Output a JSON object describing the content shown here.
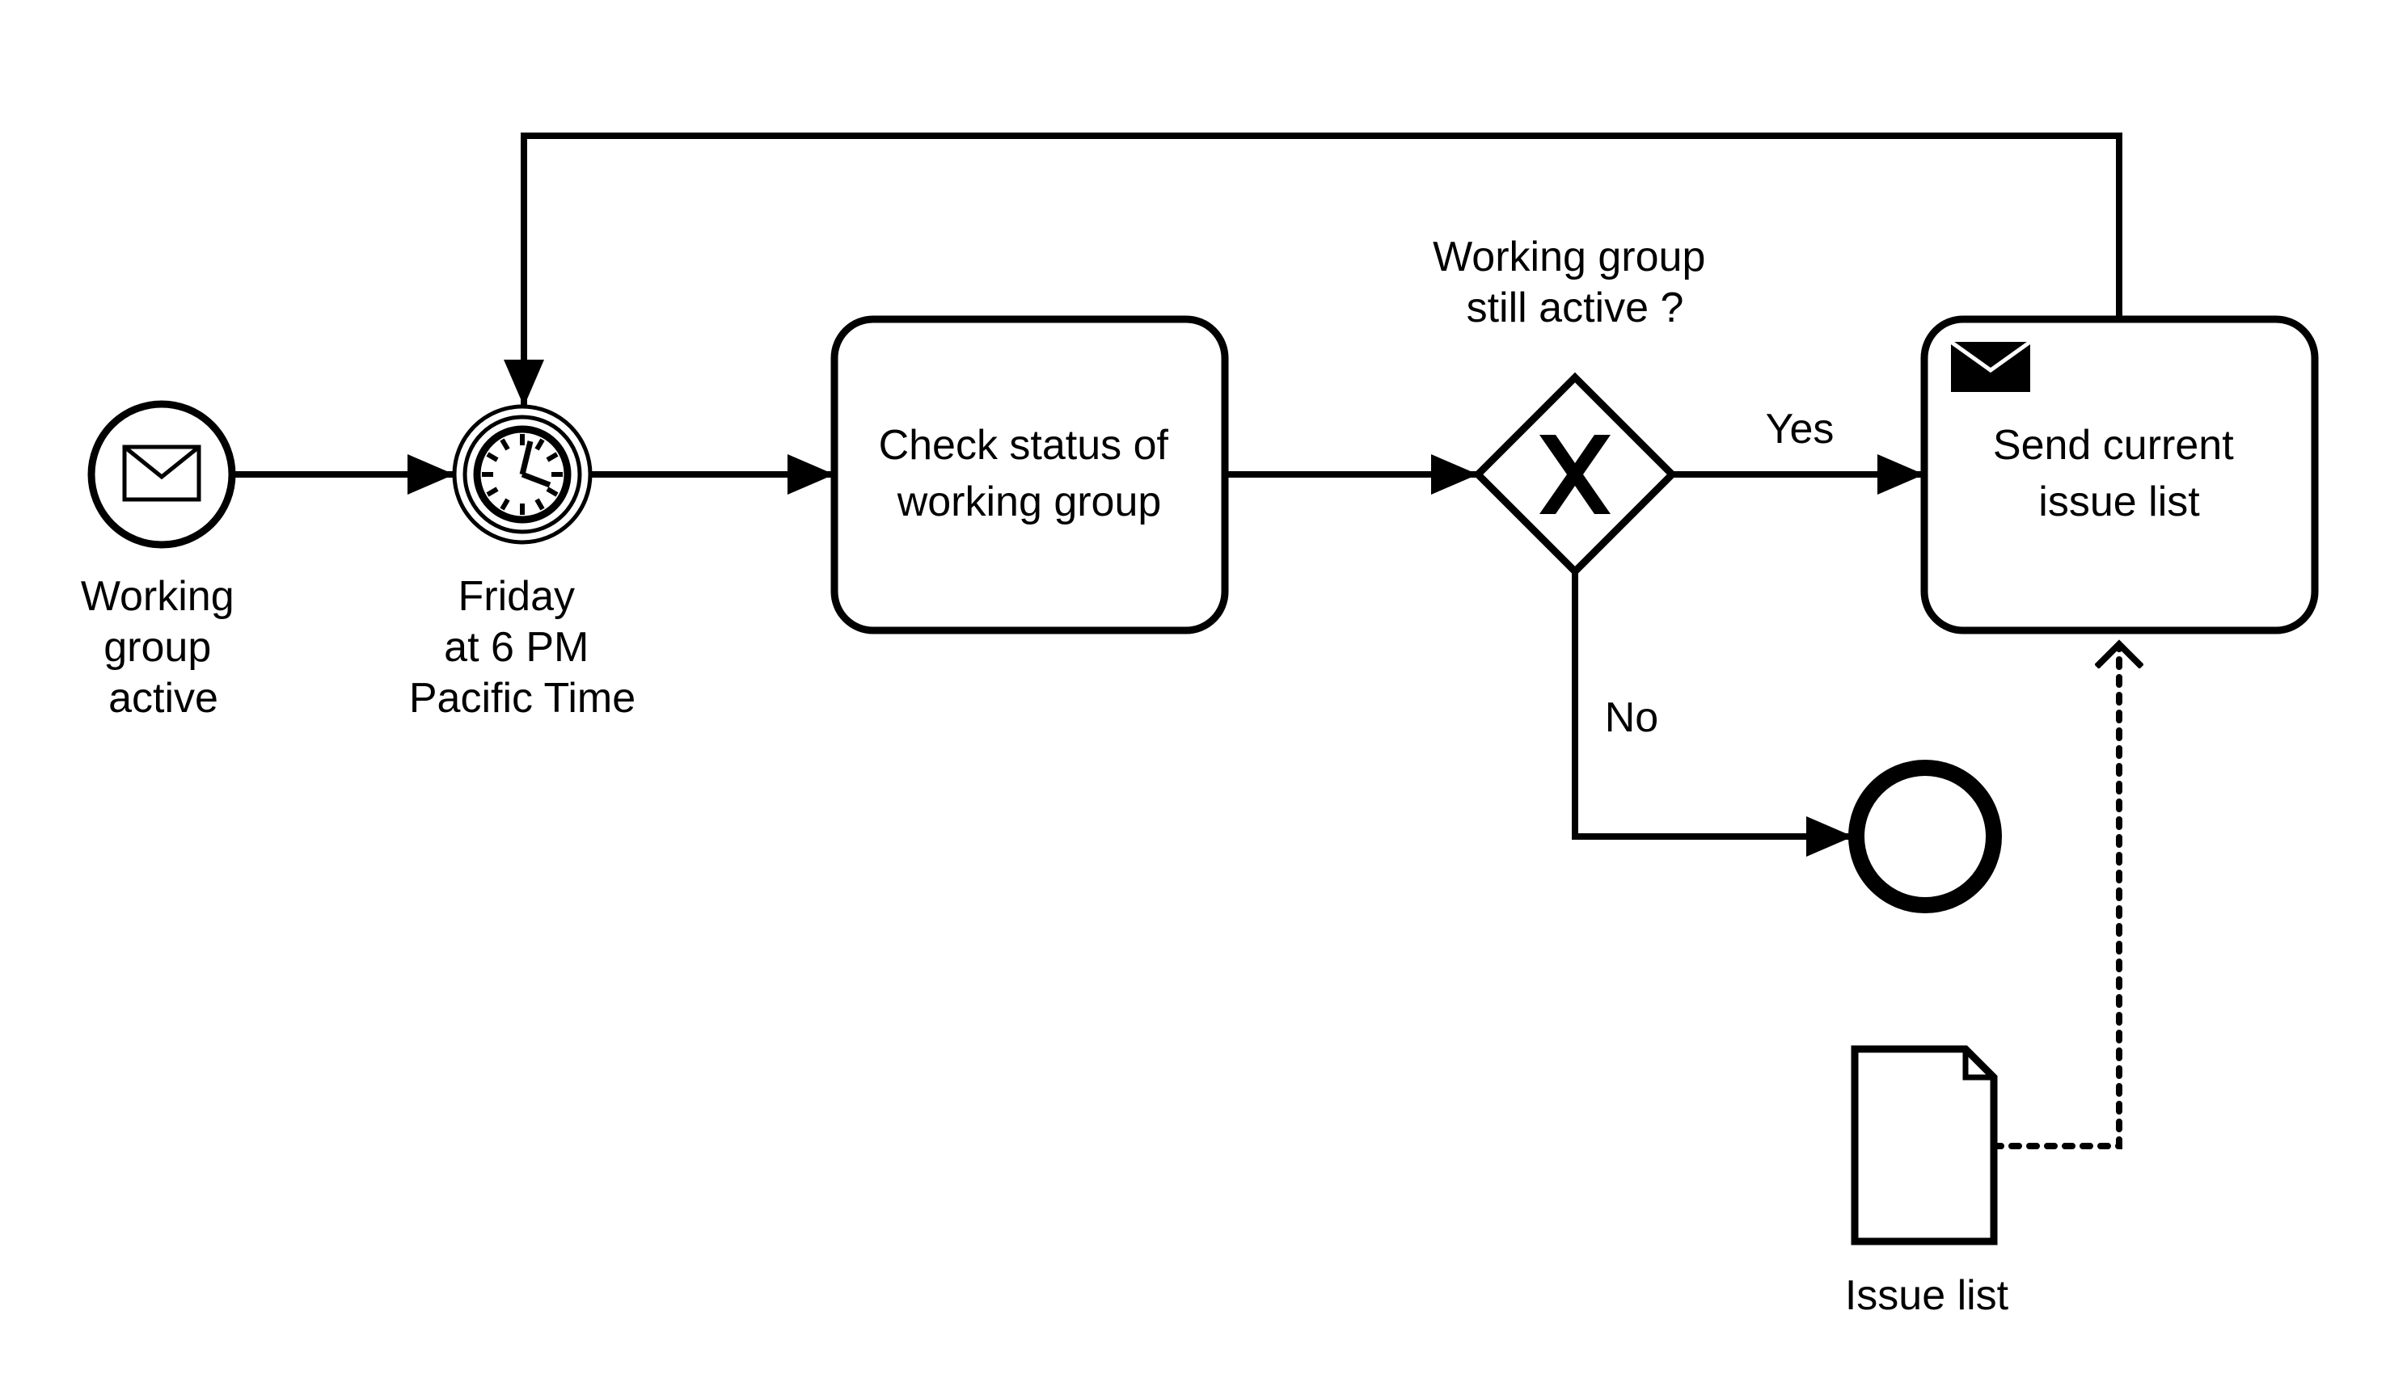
{
  "diagram": {
    "start_event": {
      "label_lines": [
        "Working",
        "group",
        "active"
      ],
      "icon": "envelope-icon"
    },
    "timer_event": {
      "label_lines": [
        "Friday",
        "at 6 PM",
        "Pacific Time"
      ],
      "icon": "clock-icon"
    },
    "task_check": {
      "label_lines": [
        "Check status of",
        "working group"
      ]
    },
    "gateway": {
      "label_lines": [
        "Working group",
        "still active ?"
      ],
      "marker": "X"
    },
    "task_send": {
      "label_lines": [
        "Send current",
        "issue list"
      ],
      "icon": "filled-envelope-icon"
    },
    "flow_yes_label": "Yes",
    "flow_no_label": "No",
    "data_object": {
      "label": "Issue list",
      "icon": "document-icon"
    },
    "end_event": {
      "icon": "end-circle-icon"
    }
  },
  "colors": {
    "stroke": "#000000",
    "background": "#ffffff"
  }
}
